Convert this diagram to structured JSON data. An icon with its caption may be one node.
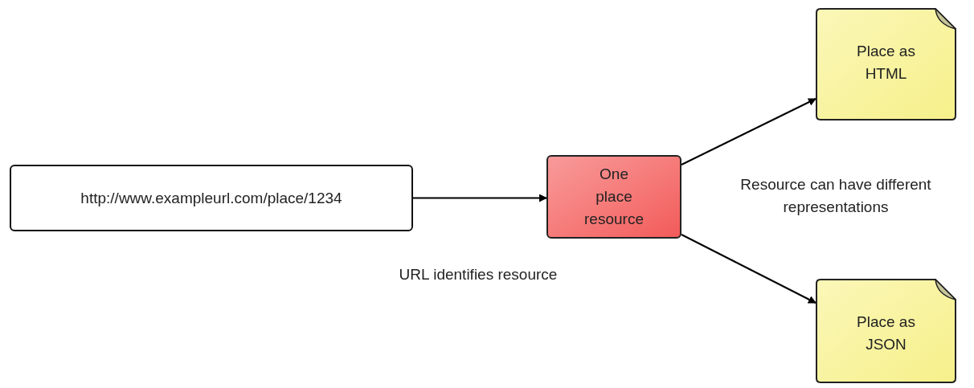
{
  "diagram": {
    "nodes": [
      {
        "text": [
          "http://www.exampleurl.com/place/1234"
        ]
      },
      {
        "text": [
          "One place resource"
        ]
      },
      {
        "text": [
          "Place as HTML"
        ]
      },
      {
        "text": [
          "Place as JSON"
        ]
      }
    ],
    "edges": [
      {
        "from": 0,
        "to": 1,
        "arrow": "to"
      },
      {
        "from": 1,
        "to": 2,
        "arrow": "to"
      },
      {
        "from": 1,
        "to": 3,
        "arrow": "to"
      }
    ],
    "labels": [
      "Resource can have different representations",
      "URL identifies resource"
    ]
  }
}
